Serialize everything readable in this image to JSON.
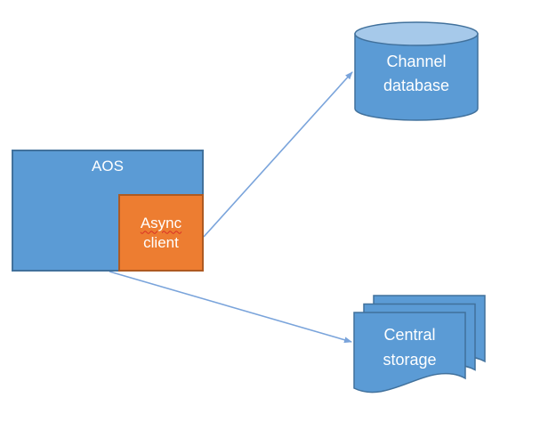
{
  "diagram": {
    "nodes": {
      "aos": {
        "label": "AOS"
      },
      "async_client": {
        "lines": [
          "Async",
          "client"
        ]
      },
      "channel_database": {
        "lines": [
          "Channel",
          "database"
        ]
      },
      "central_storage": {
        "lines": [
          "Central",
          "storage"
        ]
      }
    },
    "edges": [
      {
        "from": "async_client",
        "to": "channel_database"
      },
      {
        "from": "aos",
        "to": "central_storage"
      }
    ],
    "colors": {
      "blue_fill": "#5B9BD5",
      "blue_border": "#41719C",
      "orange_fill": "#ED7D31",
      "orange_border": "#AE5A21",
      "cylinder_top_fill": "#A6C9EA",
      "arrow": "#7AA4DB",
      "label_text": "#FFFFFF",
      "spellcheck": "#D93025"
    }
  }
}
